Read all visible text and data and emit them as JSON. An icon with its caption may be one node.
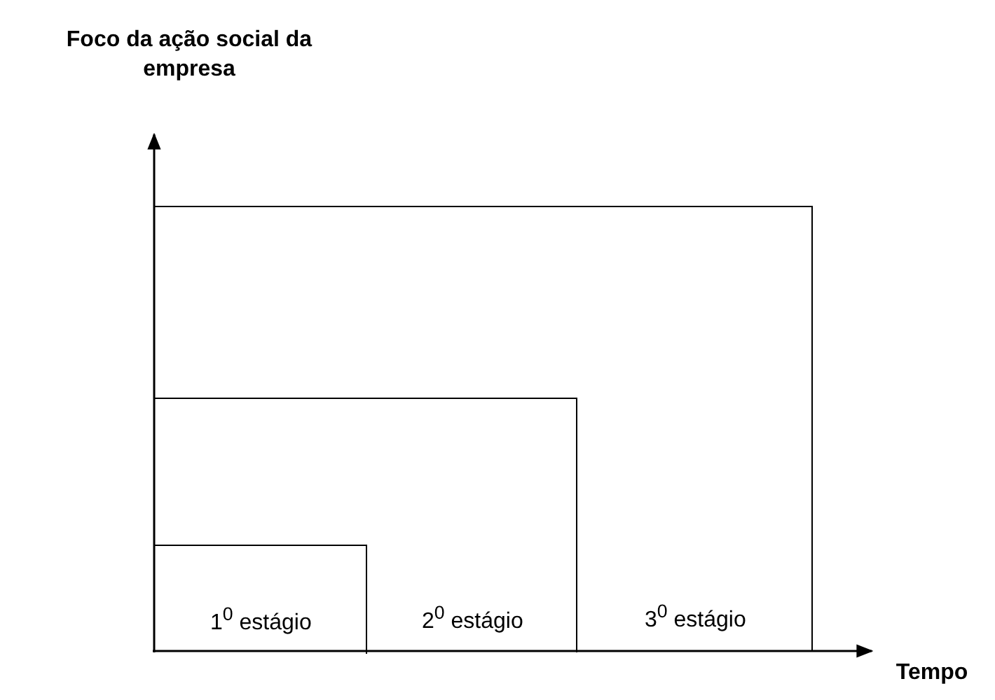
{
  "diagram": {
    "nodes": [
      {
        "text": [
          "3$^{0}$ estágio"
        ]
      },
      {
        "text": [
          "2$^{0}$ estágio"
        ],
        "in": 0
      },
      {
        "text": [
          "1$^{0}$ estágio"
        ],
        "in": 1
      }
    ],
    "labels": [
      "Foco da ação social da empresa",
      "Tempo"
    ]
  }
}
